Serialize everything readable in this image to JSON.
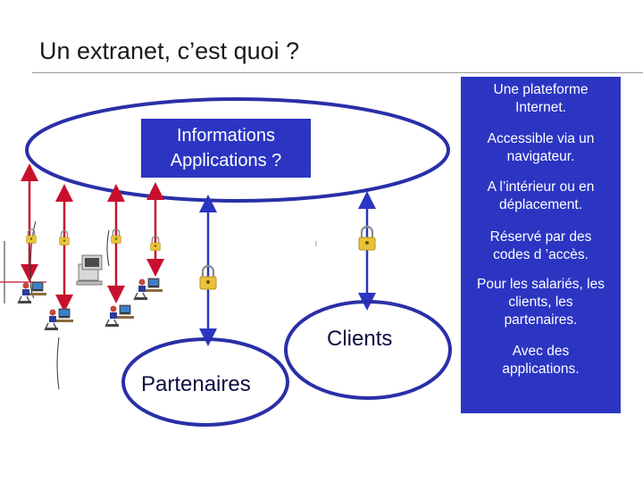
{
  "title": "Un extranet, c’est quoi ?",
  "center_box": {
    "line1": "Informations",
    "line2": "Applications ?"
  },
  "labels": {
    "clients": "Clients",
    "partenaires": "Partenaires"
  },
  "side_panel": {
    "items": [
      {
        "lines": [
          "Une plateforme",
          "Internet."
        ]
      },
      {
        "lines": [
          "Accessible via un",
          "navigateur."
        ]
      },
      {
        "lines": [
          "A l’intérieur ou en",
          "déplacement."
        ]
      },
      {
        "lines": [
          "Réservé par des",
          "codes d ’accès."
        ]
      },
      {
        "lines": [
          "Pour les salariés, les",
          "clients, les",
          "partenaires."
        ]
      },
      {
        "lines": [
          "Avec des",
          "applications."
        ]
      }
    ]
  },
  "colors": {
    "accent_blue": "#2b35c2",
    "ellipse_stroke": "#2a2fa8",
    "arrow_red": "#c8102e",
    "arrow_blue": "#2b35c2",
    "lock_gold": "#e8c33a"
  },
  "icons": [
    "padlock-icon",
    "desktop-computer-icon",
    "user-at-workstation-icon"
  ]
}
